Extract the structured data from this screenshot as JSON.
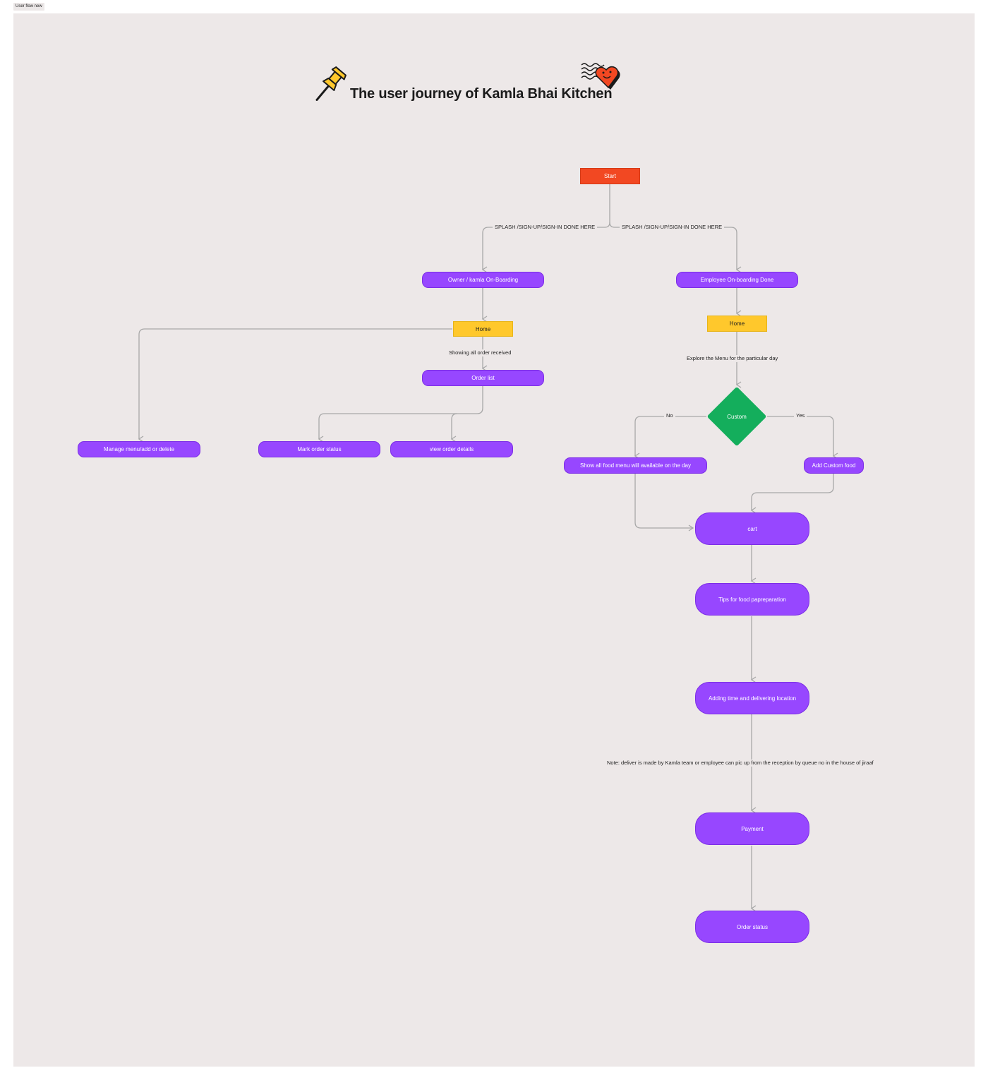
{
  "frame": {
    "name": "User flow new"
  },
  "title": "The user journey of Kamla Bhai Kitchen",
  "stickers": [
    "pushpin-icon",
    "heart-stamp-icon"
  ],
  "colors": {
    "canvas": "#ede8e8",
    "purple": "#9747ff",
    "yellow": "#ffc82c",
    "red": "#f24822",
    "green": "#14ae5c",
    "connector": "#a8a8a8"
  },
  "nodes": {
    "start": "Start",
    "owner_onboarding": "Owner / kamla  On-Boarding",
    "employee_onboarding": "Employee On-boarding Done",
    "owner_home": "Home",
    "employee_home": "Home",
    "order_list": "Order list",
    "manage_menu": "Manage menu/add or delete",
    "mark_order_status": "Mark order status",
    "view_order_details": "view order details",
    "custom": "Custom",
    "show_all_food": "Show all food menu will available on the day",
    "add_custom_food": "Add Custom food",
    "cart": "cart",
    "tips": "Tips for food papreparation",
    "adding_time": "Adding time and delivering  location",
    "payment": "Payment",
    "order_status": "Order status"
  },
  "edge_labels": {
    "splash_left": "SPLASH /SIGN-UP/SIGN-IN DONE HERE",
    "splash_right": "SPLASH /SIGN-UP/SIGN-IN DONE HERE",
    "showing_orders": "Showing all order received",
    "explore_menu": "Explore the Menu for the particular day",
    "no": "No",
    "yes": "Yes",
    "note": "Note: deliver is made by Kamla team or employee can pic up from the reception by queue no  in the house of jiraaf"
  }
}
